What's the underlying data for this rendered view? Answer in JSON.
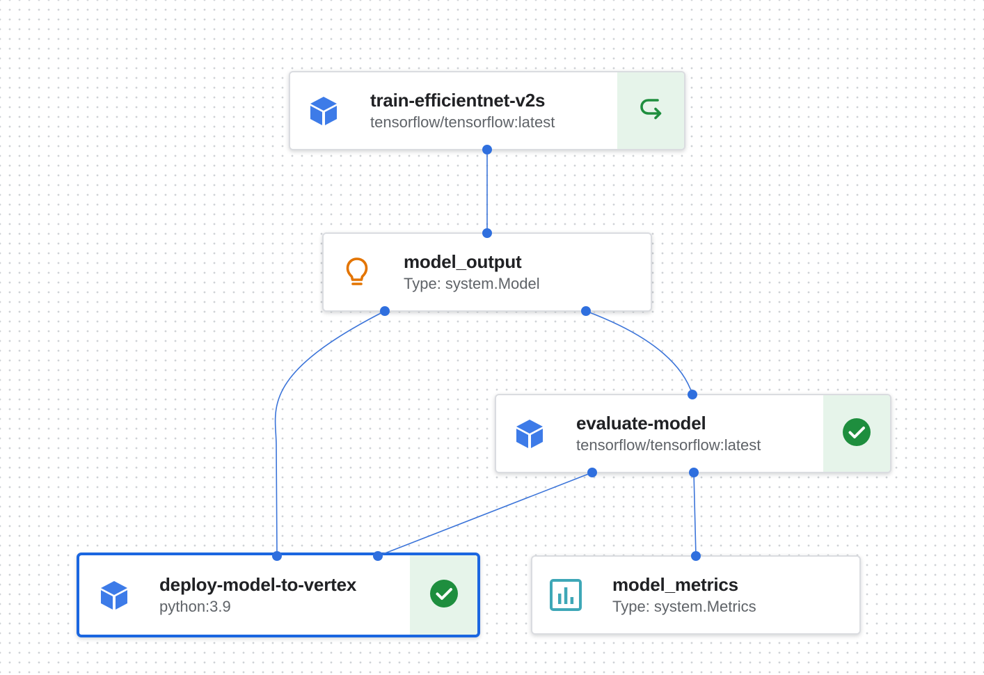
{
  "nodes": {
    "train": {
      "title": "train-efficientnet-v2s",
      "subtitle": "tensorflow/tensorflow:latest",
      "icon": "cube-icon",
      "status_icon": "redo-arrow-icon"
    },
    "model_output": {
      "title": "model_output",
      "subtitle": "Type: system.Model",
      "icon": "lightbulb-icon"
    },
    "evaluate": {
      "title": "evaluate-model",
      "subtitle": "tensorflow/tensorflow:latest",
      "icon": "cube-icon",
      "status_icon": "check-circle-icon"
    },
    "deploy": {
      "title": "deploy-model-to-vertex",
      "subtitle": "python:3.9",
      "icon": "cube-icon",
      "status_icon": "check-circle-icon",
      "selected": true
    },
    "model_metrics": {
      "title": "model_metrics",
      "subtitle": "Type: system.Metrics",
      "icon": "bar-chart-icon"
    }
  },
  "colors": {
    "edge": "#3b74d9",
    "cube": "#3d7be8",
    "lightbulb": "#e37400",
    "metrics": "#3ea7b7",
    "success": "#1e8e3e",
    "status_bg": "#e6f4ea",
    "selected_border": "#1a66e0"
  }
}
